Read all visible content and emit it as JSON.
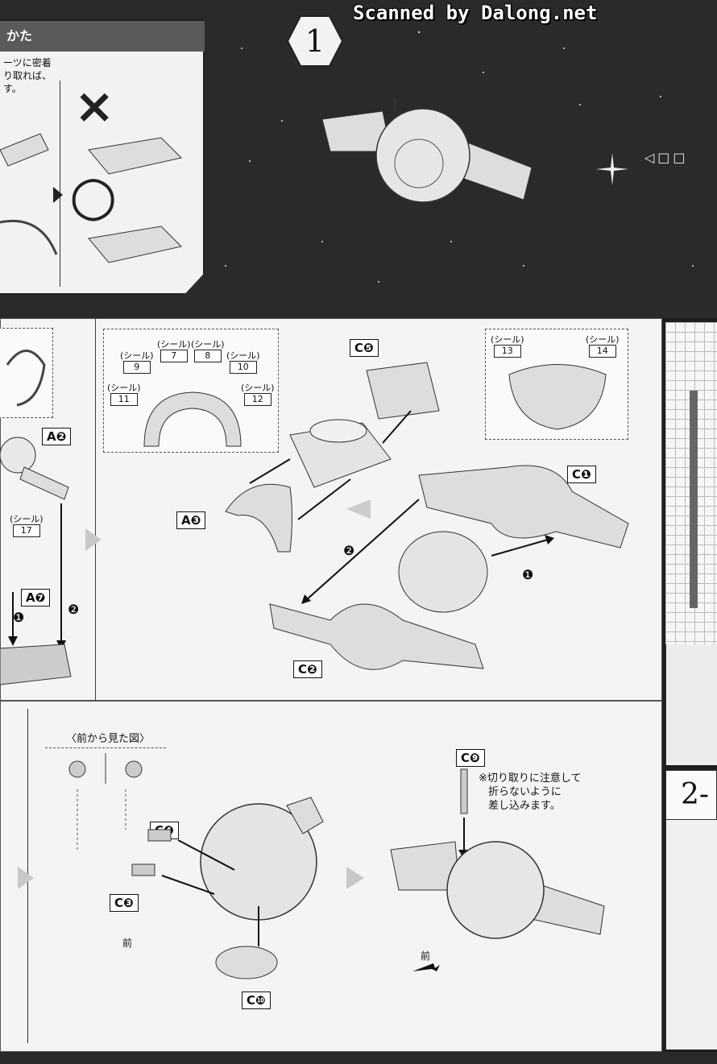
{
  "watermark": "Scanned by Dalong.net",
  "step_number": "1",
  "tips_box": {
    "title": "かた",
    "text_lines": [
      "ーツに密着",
      "り取れば、",
      "す。"
    ]
  },
  "seals": {
    "word": "(シール)",
    "items": [
      "9",
      "7",
      "8",
      "10",
      "11",
      "12",
      "13",
      "14",
      "17"
    ]
  },
  "part_labels": {
    "a2": "A❷",
    "a3": "A❸",
    "a7": "A❼",
    "c1": "C❶",
    "c2": "C❷",
    "c3": "C❸",
    "c4": "C❹",
    "c5": "C❺",
    "c9": "C❾",
    "c10": "C❿"
  },
  "order_marks": {
    "one": "❶",
    "two": "❷"
  },
  "front_view_caption": "〈前から見た図〉",
  "front_label": "前",
  "c9_note_lines": [
    "※切り取りに注意して",
    "折らないように",
    "差し込みます。"
  ],
  "side_step": "2-",
  "correct_mark": "○",
  "wrong_mark": "×",
  "shapes": "◁□□"
}
